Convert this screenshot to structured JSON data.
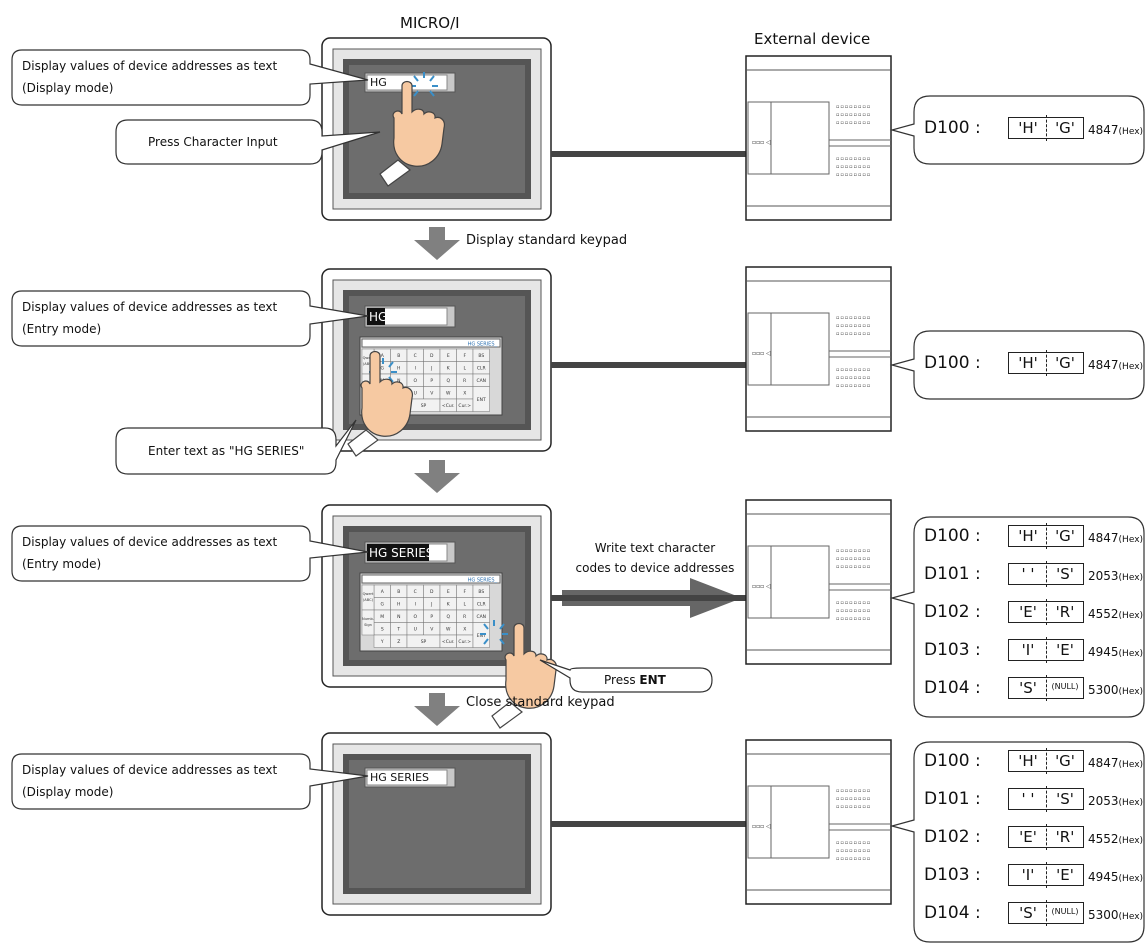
{
  "titles": {
    "micro": "MICRO/I",
    "external": "External device"
  },
  "steps": [
    {
      "display_callout": [
        "Display values of device addresses as text",
        "(Display mode)"
      ],
      "field_text": "HG",
      "action_callout": "Press Character Input",
      "after_label": "Display standard keypad",
      "registers": [
        {
          "addr": "D100 :",
          "left": "'H'",
          "right": "'G'",
          "hex": "4847",
          "unit": "(Hex)"
        }
      ]
    },
    {
      "display_callout": [
        "Display values of device addresses as text",
        "(Entry mode)"
      ],
      "field_text": "HG_",
      "action_callout": "Enter text as  \"HG SERIES\"",
      "after_label": "",
      "registers": [
        {
          "addr": "D100 :",
          "left": "'H'",
          "right": "'G'",
          "hex": "4847",
          "unit": "(Hex)"
        }
      ]
    },
    {
      "display_callout": [
        "Display values of device addresses as text",
        "(Entry mode)"
      ],
      "field_text": "HG SERIES_",
      "action_callout": "Press ENT",
      "write_label": [
        "Write text character",
        "codes to device addresses"
      ],
      "after_label": "Close standard keypad",
      "registers": [
        {
          "addr": "D100 :",
          "left": "'H'",
          "right": "'G'",
          "hex": "4847",
          "unit": "(Hex)"
        },
        {
          "addr": "D101 :",
          "left": "' '",
          "right": "'S'",
          "hex": "2053",
          "unit": "(Hex)"
        },
        {
          "addr": "D102 :",
          "left": "'E'",
          "right": "'R'",
          "hex": "4552",
          "unit": "(Hex)"
        },
        {
          "addr": "D103 :",
          "left": "'I'",
          "right": "'E'",
          "hex": "4945",
          "unit": "(Hex)"
        },
        {
          "addr": "D104 :",
          "left": "'S'",
          "right": "(NULL)",
          "hex": "5300",
          "unit": "(Hex)"
        }
      ]
    },
    {
      "display_callout": [
        "Display values of device addresses as text",
        "(Display mode)"
      ],
      "field_text": "HG SERIES",
      "registers": [
        {
          "addr": "D100 :",
          "left": "'H'",
          "right": "'G'",
          "hex": "4847",
          "unit": "(Hex)"
        },
        {
          "addr": "D101 :",
          "left": "' '",
          "right": "'S'",
          "hex": "2053",
          "unit": "(Hex)"
        },
        {
          "addr": "D102 :",
          "left": "'E'",
          "right": "'R'",
          "hex": "4552",
          "unit": "(Hex)"
        },
        {
          "addr": "D103 :",
          "left": "'I'",
          "right": "'E'",
          "hex": "4945",
          "unit": "(Hex)"
        },
        {
          "addr": "D104 :",
          "left": "'S'",
          "right": "(NULL)",
          "hex": "5300",
          "unit": "(Hex)"
        }
      ]
    }
  ],
  "keypad": {
    "entry_text": "HG SERIES_",
    "rows": [
      [
        "A",
        "B",
        "C",
        "D",
        "E",
        "F",
        "BS"
      ],
      [
        "G",
        "H",
        "I",
        "J",
        "K",
        "L",
        "CLR"
      ],
      [
        "M",
        "N",
        "O",
        "P",
        "Q",
        "R",
        "CAN"
      ],
      [
        "S",
        "T",
        "U",
        "V",
        "W",
        "X",
        "ENT"
      ],
      [
        "Y",
        "Z",
        "SP",
        "<Cur.",
        "Cur.>"
      ]
    ],
    "side_keys": [
      "Qwert (ABC)",
      "Numb. Sign"
    ]
  },
  "colors": {
    "arrow": "#808080",
    "screen": "#6d6d6d",
    "bezel": "#e6e6e6",
    "hand": "#f6c9a2",
    "spark": "#3a8fc8"
  }
}
